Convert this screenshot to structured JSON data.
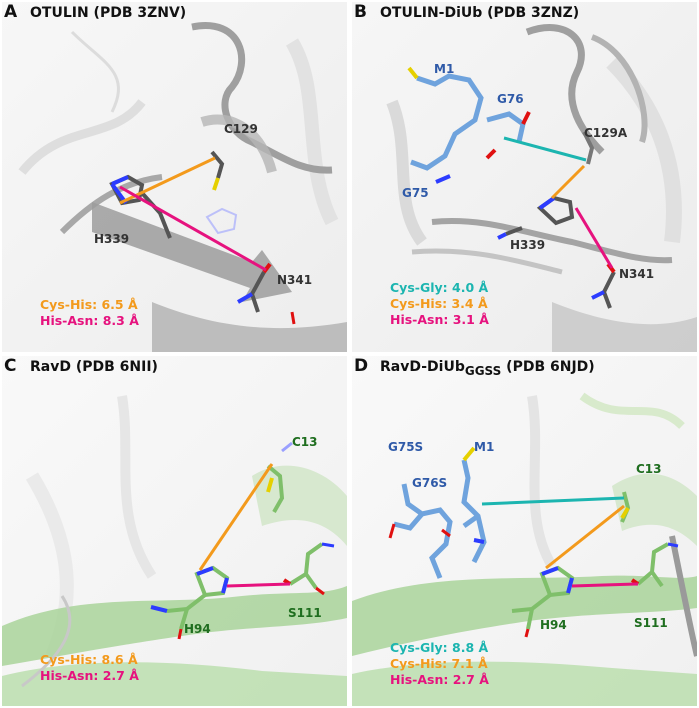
{
  "panels": {
    "a": {
      "letter": "A",
      "title": "OTULIN (PDB 3ZNV)",
      "residues": {
        "c129": "C129",
        "h339": "H339",
        "n341": "N341"
      },
      "distances": {
        "cys_his": "Cys-His: 6.5 Å",
        "his_asn": "His-Asn: 8.3 Å"
      }
    },
    "b": {
      "letter": "B",
      "title": "OTULIN-DiUb (PDB 3ZNZ)",
      "residues": {
        "m1": "M1",
        "g76": "G76",
        "c129a": "C129A",
        "g75": "G75",
        "h339": "H339",
        "n341": "N341"
      },
      "distances": {
        "cys_gly": "Cys-Gly: 4.0 Å",
        "cys_his": "Cys-His: 3.4 Å",
        "his_asn": "His-Asn: 3.1 Å"
      }
    },
    "c": {
      "letter": "C",
      "title": "RavD (PDB 6NII)",
      "residues": {
        "c13": "C13",
        "h94": "H94",
        "s111": "S111"
      },
      "distances": {
        "cys_his": "Cys-His: 8.6 Å",
        "his_asn": "His-Asn: 2.7 Å"
      }
    },
    "d": {
      "letter": "D",
      "title_main": "RavD-DiUb",
      "title_sub": "GGSS",
      "title_rest": " (PDB 6NJD)",
      "residues": {
        "g75s": "G75S",
        "m1": "M1",
        "g76s": "G76S",
        "c13": "C13",
        "h94": "H94",
        "s111": "S111"
      },
      "distances": {
        "cys_gly": "Cys-Gly: 8.8 Å",
        "cys_his": "Cys-His: 7.1 Å",
        "his_asn": "His-Asn: 2.7 Å"
      }
    }
  },
  "colors": {
    "teal": "#1cb5b0",
    "orange": "#f39a1c",
    "magenta": "#e6127e",
    "otulin_ribbon": "#9a9a9a",
    "ravd_ribbon": "#a9d49a",
    "ubiquitin": "#6fa3dd"
  }
}
